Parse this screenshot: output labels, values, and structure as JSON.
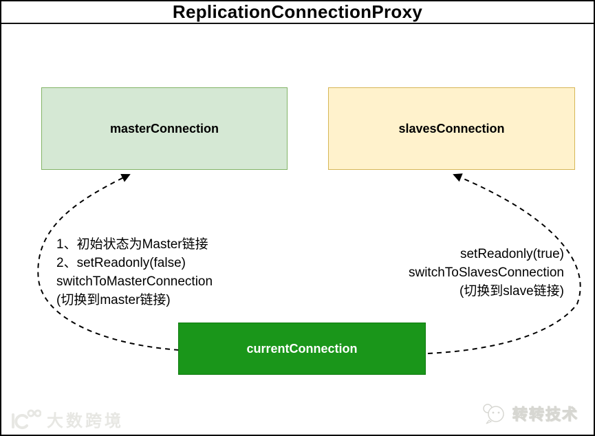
{
  "title": "ReplicationConnectionProxy",
  "nodes": {
    "master": {
      "label": "masterConnection",
      "fill": "#d5e8d4",
      "border": "#82b366",
      "text_color": "#000000"
    },
    "slaves": {
      "label": "slavesConnection",
      "fill": "#fff2cc",
      "border": "#d6b656",
      "text_color": "#000000"
    },
    "current": {
      "label": "currentConnection",
      "fill": "#1a961a",
      "border": "#0c7a0c",
      "text_color": "#ffffff"
    }
  },
  "edges": {
    "left": {
      "from": "currentConnection",
      "to": "masterConnection",
      "style": "dashed-curve",
      "color": "#000000"
    },
    "right": {
      "from": "currentConnection",
      "to": "slavesConnection",
      "style": "dashed-curve",
      "color": "#000000"
    }
  },
  "annotations": {
    "left": {
      "lines": [
        "1、初始状态为Master链接",
        "2、setReadonly(false)",
        "switchToMasterConnection",
        "(切换到master链接)"
      ]
    },
    "right": {
      "lines": [
        "setReadonly(true)",
        "switchToSlavesConnection",
        "(切换到slave链接)"
      ]
    }
  },
  "watermarks": {
    "bottom_left": "大数跨境",
    "bottom_right": "转转技术"
  }
}
